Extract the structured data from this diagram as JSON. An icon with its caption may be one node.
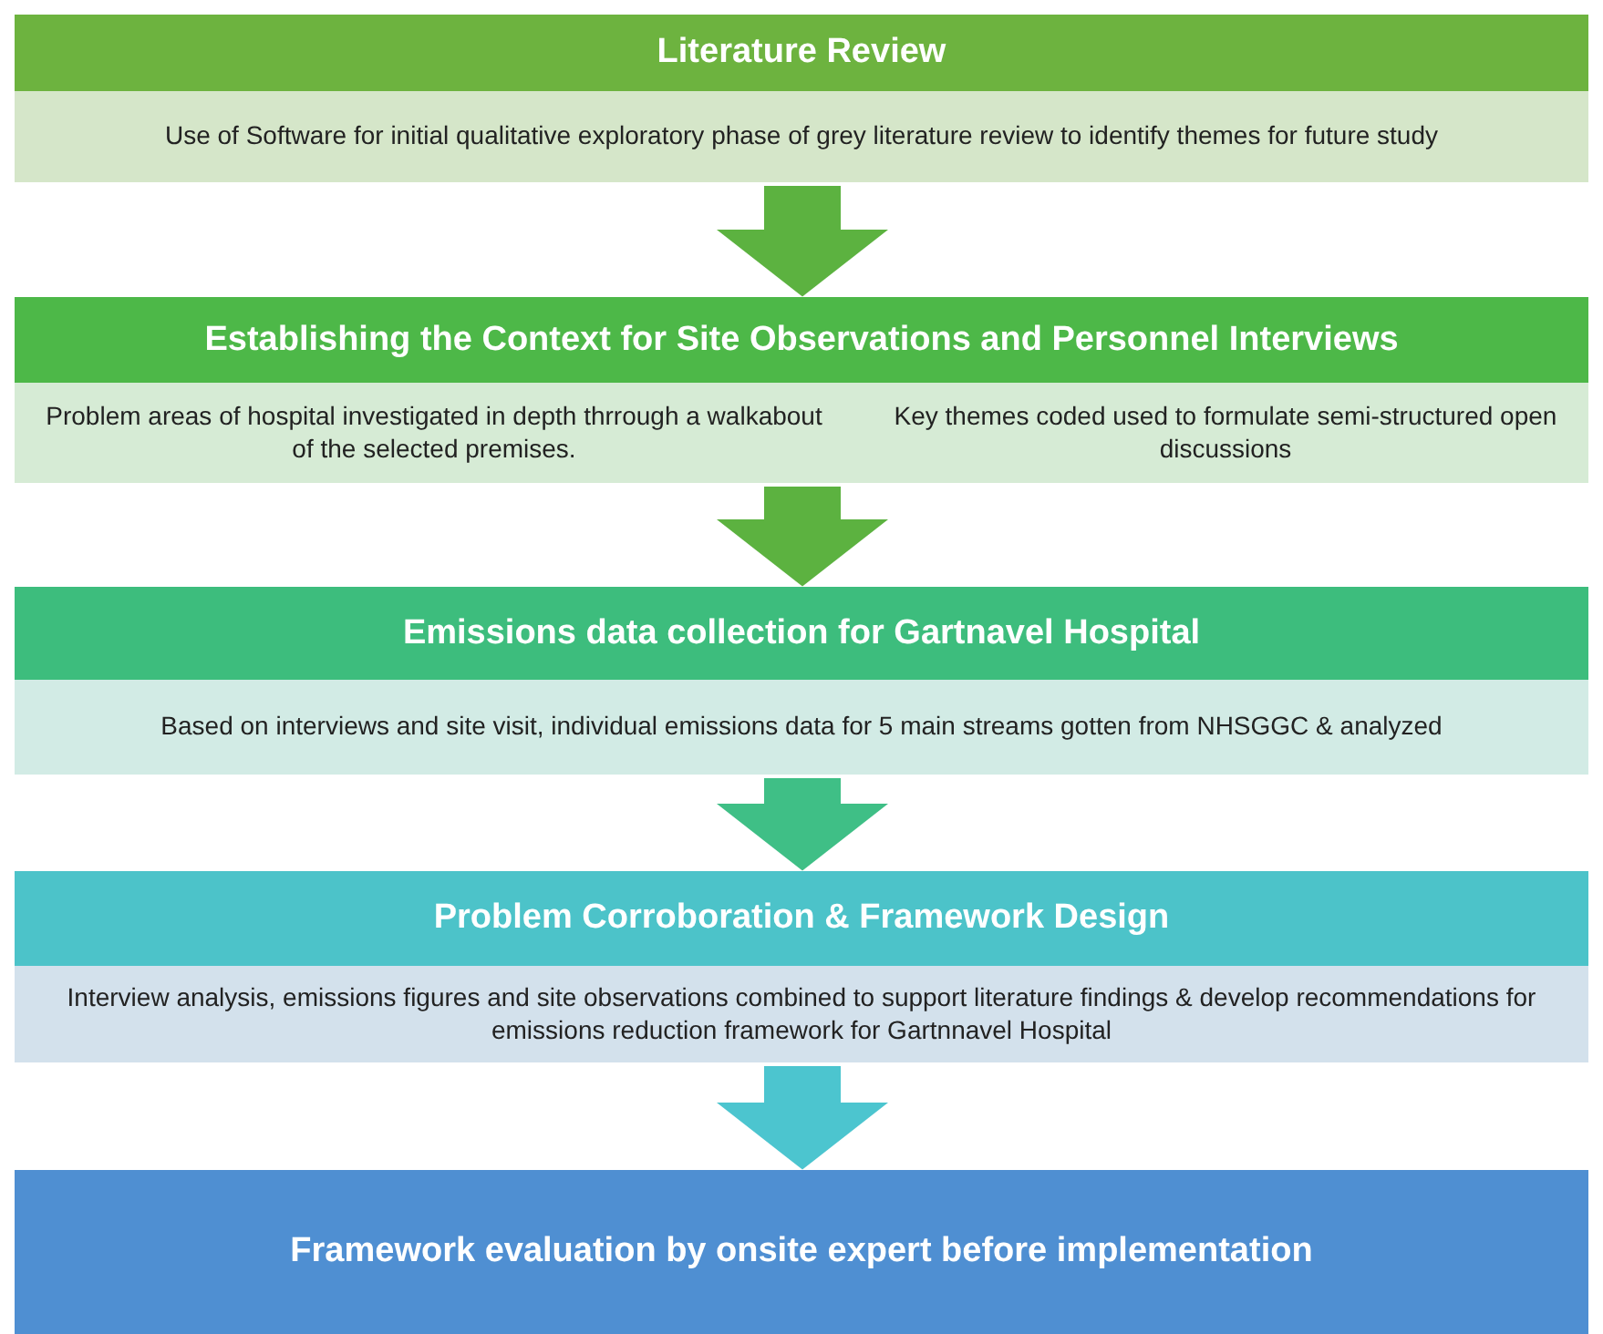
{
  "diagram": {
    "nodes": [
      {
        "text": [
          "Literature Review",
          "Use of Software for initial qualitative exploratory phase of grey literature review to identify themes for future study"
        ]
      },
      {
        "text": [
          "Establishing the Context for Site Observations and Personnel Interviews",
          "Problem areas of hospital investigated in depth thrrough a walkabout of the selected premises.",
          "Key themes coded used to formulate semi-structured open discussions"
        ]
      },
      {
        "text": [
          "Emissions data collection for Gartnavel Hospital",
          "Based on interviews and site visit, individual emissions data for 5 main streams gotten from NHSGGC & analyzed"
        ]
      },
      {
        "text": [
          "Problem Corroboration & Framework Design",
          "Interview analysis, emissions figures and site observations combined to support literature findings & develop recommendations for emissions reduction framework for Gartnnavel Hospital"
        ]
      },
      {
        "text": [
          "Framework evaluation by onsite expert before implementation"
        ]
      }
    ],
    "edges": [
      {
        "from": 0,
        "to": 1,
        "arrow": "to"
      },
      {
        "from": 1,
        "to": 2,
        "arrow": "to"
      },
      {
        "from": 2,
        "to": 3,
        "arrow": "to",
        "color": "#3fbf86"
      },
      {
        "from": 3,
        "to": 4,
        "arrow": "to",
        "color": "#4cc5cf"
      }
    ]
  }
}
